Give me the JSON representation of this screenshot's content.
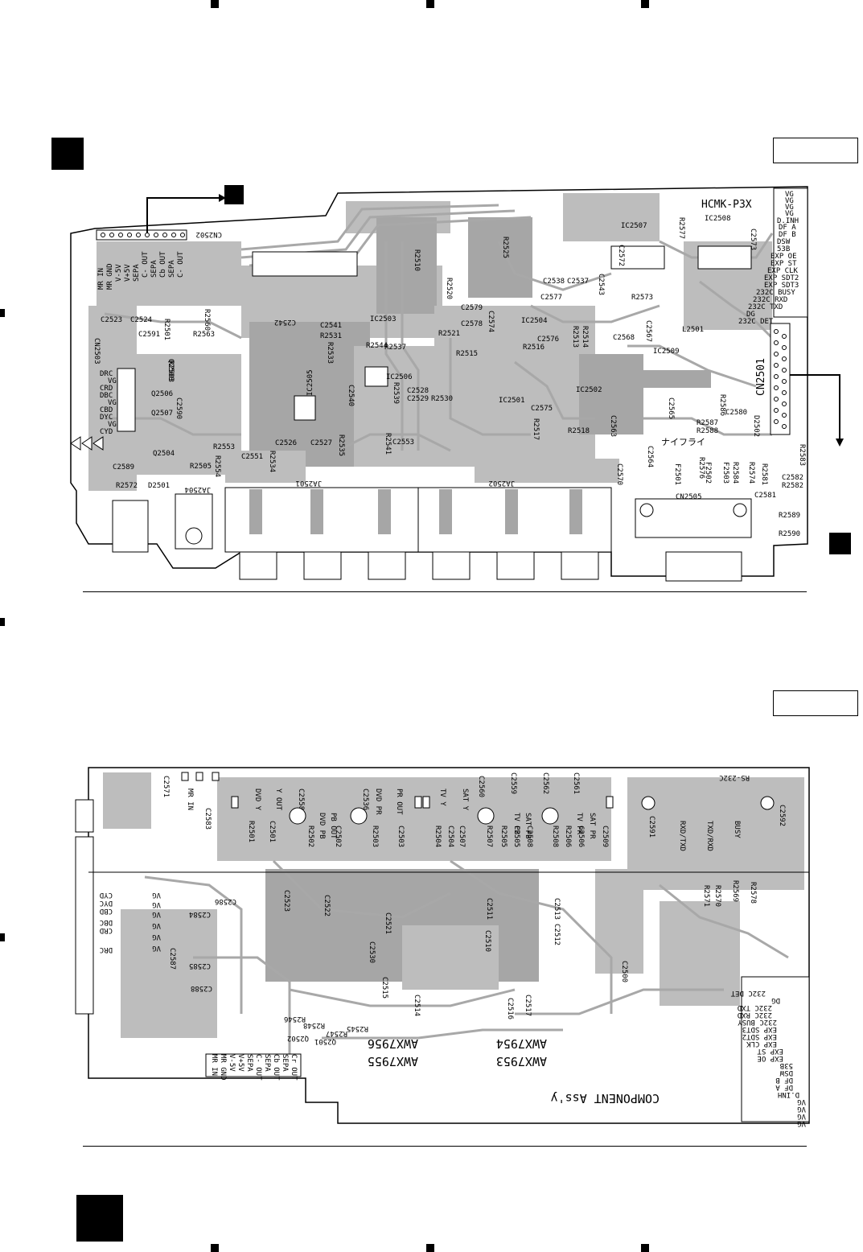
{
  "board_top": {
    "board_name": "HCMK-P3X",
    "connectors": {
      "cn2502": "CN2502",
      "cn2501": "CN2501",
      "cn2505": "CN2505",
      "cn2503": "CN2503",
      "ja2501": "JA2501",
      "ja2502": "JA2502",
      "ja2504": "JA2504"
    },
    "cn2502_pins": [
      "MR IN",
      "MR GND",
      "V-5V",
      "V+5V",
      "SEPA",
      "C- OUT",
      "SEPA",
      "Cb OUT",
      "SEPA",
      "C- OUT"
    ],
    "cn2501_pins": [
      "VG",
      "VG",
      "VG",
      "VG",
      "D.INH",
      "DF A",
      "DF B",
      "DSW",
      "53B",
      "EXP OE",
      "EXP ST",
      "EXP CLK",
      "EXP SDT2",
      "EXP SDT3",
      "232C BUSY",
      "232C RXD",
      "232C TXD",
      "DG",
      "232C DET"
    ],
    "cn2503_pins": [
      "DRC",
      "VG",
      "CRD",
      "DBC",
      "VG",
      "CBD",
      "DYC",
      "VG",
      "CYD"
    ],
    "ics": [
      "IC2503",
      "IC2504",
      "IC2506",
      "IC2502",
      "IC2507",
      "IC2508",
      "IC2509",
      "IC2501",
      "IC2505"
    ],
    "components": [
      "R2510",
      "R2525",
      "C2538",
      "C2537",
      "C2577",
      "C2543",
      "R2577",
      "C2572",
      "C2573",
      "R2573",
      "C2579",
      "C2574",
      "C2578",
      "R2521",
      "R2515",
      "C2576",
      "R2516",
      "R2513",
      "R2514",
      "C2568",
      "C2567",
      "L2501",
      "R2531",
      "C2541",
      "C2542",
      "R2544",
      "R2537",
      "R2533",
      "C2540",
      "R2539",
      "C2528",
      "R2530",
      "C2529",
      "R2520",
      "R2517",
      "C2575",
      "R2518",
      "C2563",
      "C2565",
      "R2587",
      "R2588",
      "R2586",
      "D2502",
      "C2564",
      "C2570",
      "C2581",
      "R2589",
      "R2590",
      "R2583",
      "C2582",
      "R2582",
      "R2581",
      "R2584",
      "R2576",
      "R2572",
      "D2501",
      "C2589",
      "C2591",
      "R2501",
      "R2503",
      "R2560",
      "R2563",
      "C2523",
      "C2524",
      "Q2508",
      "Q2506",
      "Q2507",
      "Q2504",
      "R2553",
      "R2554",
      "R2505",
      "C2590",
      "C2551",
      "C2526",
      "C2527",
      "R2534",
      "R2535",
      "C2553",
      "R2541",
      "C2580",
      "F2501",
      "F2502",
      "F2503",
      "R2574"
    ],
    "katakana": "ナイフライ"
  },
  "board_bottom": {
    "labels": [
      "DVD Y",
      "Y OUT",
      "DVD PB",
      "PB OUT",
      "DVD PR",
      "PR OUT",
      "TV Y",
      "SAT Y",
      "TV PB",
      "SAT PB",
      "TV PR",
      "SAT PR",
      "RXD/TXD",
      "TXD/RXD",
      "BUSY",
      "RS-232C",
      "MR IN"
    ],
    "part_numbers": [
      "AWX7956",
      "AWX7954",
      "AWX7955",
      "AWX7953"
    ],
    "assembly": "COMPONENT Ass'y",
    "edge_pins": [
      "MR IN",
      "MR GND",
      "V-5V",
      "V+5V",
      "SEPA",
      "C- OUT",
      "SEPA",
      "Cb OUT",
      "SEPA",
      "Cr OUT"
    ],
    "right_pins": [
      "232C DET",
      "DG",
      "232C TXD",
      "232C RXD",
      "232C BUSY",
      "EXP SDT3",
      "EXP SDT2",
      "EXP CLK",
      "EXP ST",
      "EXP OE",
      "53B",
      "DSW",
      "DF B",
      "DF A",
      "D.INH",
      "VG",
      "VG",
      "VG",
      "VG"
    ],
    "left_pins": [
      "CYD",
      "DYC",
      "CBD",
      "DBC",
      "CRD",
      "DRC"
    ],
    "vg_labels": [
      "VG",
      "VG",
      "VG",
      "VG",
      "VG",
      "VG"
    ],
    "components": [
      "C2571",
      "C2583",
      "R2501",
      "C2501",
      "C2502",
      "R2502",
      "C2503",
      "R2503",
      "R2504",
      "C2504",
      "C2507",
      "R2507",
      "C2505",
      "R2505",
      "C2508",
      "R2508",
      "C2506",
      "R2506",
      "C2509",
      "C2560",
      "C2536",
      "C2559",
      "C2558",
      "C2562",
      "C2561",
      "C2591",
      "C2592",
      "R2571",
      "R2570",
      "R2569",
      "R2578",
      "C2523",
      "C2522",
      "C2521",
      "C2511",
      "C2513",
      "C2510",
      "C2512",
      "C2530",
      "C2515",
      "C2514",
      "C2516",
      "C2517",
      "C2500",
      "R2548",
      "R2546",
      "R2547",
      "R2545",
      "C2584",
      "C2586",
      "C2587",
      "C2585",
      "C2588",
      "Q2502",
      "Q2501"
    ]
  }
}
